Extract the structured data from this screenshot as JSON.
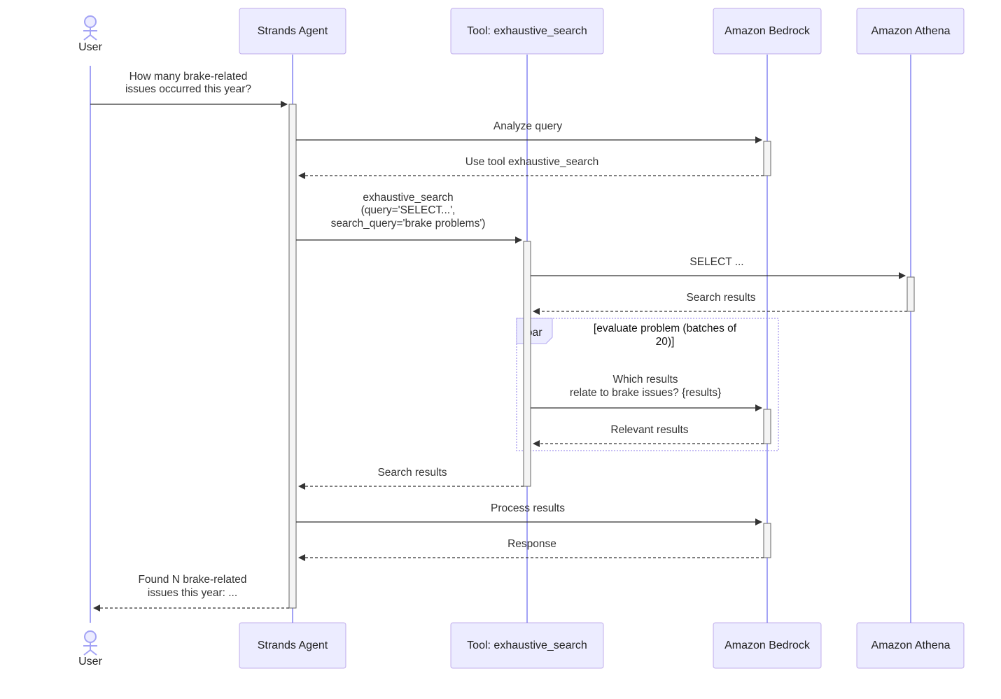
{
  "participants": [
    {
      "id": "user",
      "label": "User",
      "kind": "actor"
    },
    {
      "id": "agent",
      "label": "Strands Agent",
      "kind": "box"
    },
    {
      "id": "tool",
      "label": "Tool: exhaustive_search",
      "kind": "box"
    },
    {
      "id": "bedrock",
      "label": "Amazon Bedrock",
      "kind": "box"
    },
    {
      "id": "athena",
      "label": "Amazon Athena",
      "kind": "box"
    }
  ],
  "messages": [
    {
      "from": "user",
      "to": "agent",
      "dashed": false,
      "lines": [
        "How many brake-related",
        "issues occurred this year?"
      ]
    },
    {
      "from": "agent",
      "to": "bedrock",
      "dashed": false,
      "lines": [
        "Analyze query"
      ]
    },
    {
      "from": "bedrock",
      "to": "agent",
      "dashed": true,
      "lines": [
        "Use tool exhaustive_search"
      ]
    },
    {
      "from": "agent",
      "to": "tool",
      "dashed": false,
      "lines": [
        "exhaustive_search",
        "(query='SELECT...',",
        "search_query='brake problems')"
      ]
    },
    {
      "from": "tool",
      "to": "athena",
      "dashed": false,
      "lines": [
        "SELECT ..."
      ]
    },
    {
      "from": "athena",
      "to": "tool",
      "dashed": true,
      "lines": [
        "Search results"
      ]
    },
    {
      "from": "tool",
      "to": "bedrock",
      "dashed": false,
      "lines": [
        "Which results",
        "relate to brake issues? {results}"
      ]
    },
    {
      "from": "bedrock",
      "to": "tool",
      "dashed": true,
      "lines": [
        "Relevant results"
      ]
    },
    {
      "from": "tool",
      "to": "agent",
      "dashed": true,
      "lines": [
        "Search results"
      ]
    },
    {
      "from": "agent",
      "to": "bedrock",
      "dashed": false,
      "lines": [
        "Process results"
      ]
    },
    {
      "from": "bedrock",
      "to": "agent",
      "dashed": true,
      "lines": [
        "Response"
      ]
    },
    {
      "from": "agent",
      "to": "user",
      "dashed": true,
      "lines": [
        "Found N brake-related",
        "issues this year: ..."
      ]
    }
  ],
  "par_frame": {
    "label": "par",
    "condition_lines": [
      "[evaluate problem (batches of",
      "20)]"
    ]
  },
  "colors": {
    "actor_fill": "#ECECFF",
    "lifeline": "#A3A3F5",
    "frame_border": "#B3A7F0",
    "activation_fill": "#F4F4F4",
    "text": "#333333"
  }
}
